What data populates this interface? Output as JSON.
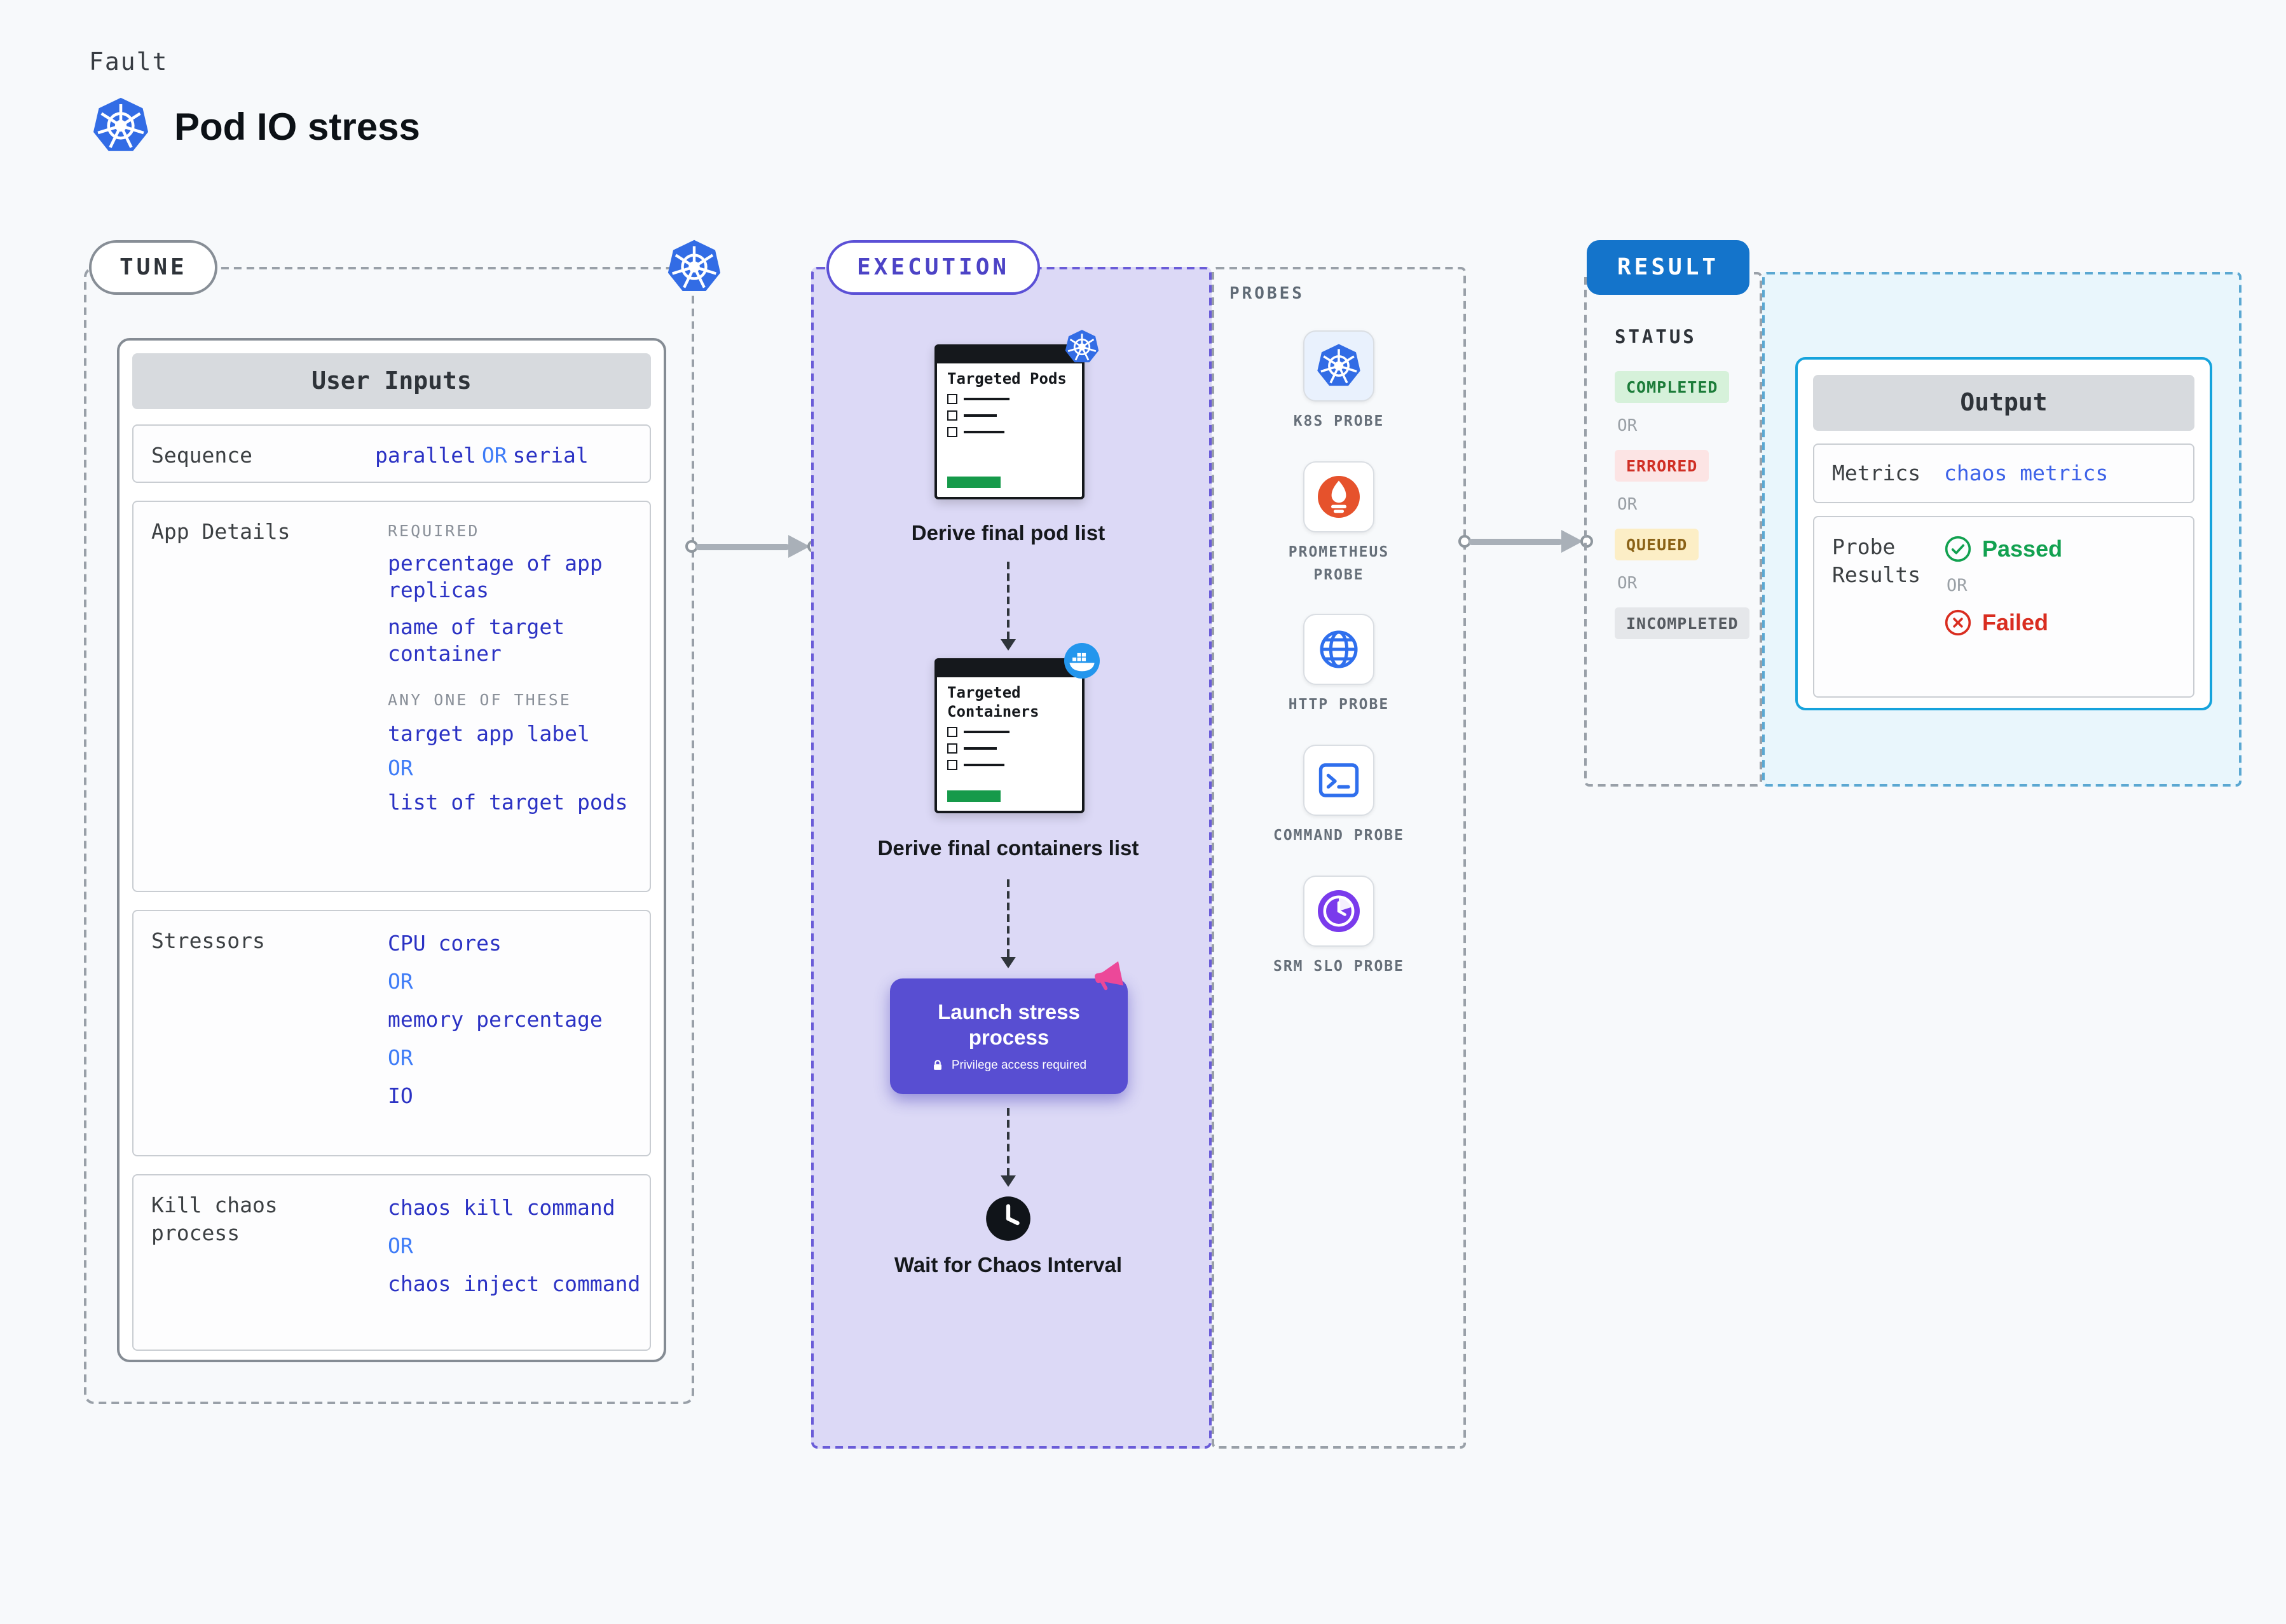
{
  "header": {
    "kicker": "Fault",
    "title": "Pod IO stress"
  },
  "tune": {
    "label": "TUNE",
    "user_inputs": {
      "title": "User Inputs",
      "sequence_label": "Sequence",
      "sequence_value_a": "parallel",
      "sequence_or": "OR",
      "sequence_value_b": "serial",
      "app_details": {
        "label": "App Details",
        "required_heading": "REQUIRED",
        "required_items": [
          "percentage of app replicas",
          "name of target container"
        ],
        "any_one_heading": "ANY ONE OF THESE",
        "option_a": "target app label",
        "or": "OR",
        "option_b": "list of target pods"
      },
      "stressors": {
        "label": "Stressors",
        "item_a": "CPU cores",
        "or_1": "OR",
        "item_b": "memory percentage",
        "or_2": "OR",
        "item_c": "IO"
      },
      "kill_chaos": {
        "label": "Kill chaos process",
        "item_a": "chaos kill command",
        "or": "OR",
        "item_b": "chaos inject command"
      }
    }
  },
  "execution": {
    "label": "EXECUTION",
    "step1": {
      "window_title": "Targeted Pods",
      "caption": "Derive final pod list"
    },
    "step2": {
      "window_title": "Targeted Containers",
      "caption": "Derive final containers list"
    },
    "launch": {
      "title": "Launch stress process",
      "note": "Privilege access required"
    },
    "wait_caption": "Wait for Chaos Interval"
  },
  "probes": {
    "title": "PROBES",
    "items": [
      {
        "label": "K8S PROBE",
        "icon": "kubernetes-icon"
      },
      {
        "label": "PROMETHEUS PROBE",
        "icon": "prometheus-icon"
      },
      {
        "label": "HTTP PROBE",
        "icon": "globe-icon"
      },
      {
        "label": "COMMAND PROBE",
        "icon": "terminal-icon"
      },
      {
        "label": "SRM SLO PROBE",
        "icon": "slo-clock-icon"
      }
    ]
  },
  "result": {
    "label": "RESULT",
    "status": {
      "title": "STATUS",
      "completed": "COMPLETED",
      "or_1": "OR",
      "errored": "ERRORED",
      "or_2": "OR",
      "queued": "QUEUED",
      "or_3": "OR",
      "incompleted": "INCOMPLETED"
    },
    "output": {
      "title": "Output",
      "metrics_label": "Metrics",
      "metrics_value": "chaos metrics",
      "probe_results_label": "Probe Results",
      "passed": "Passed",
      "or": "OR",
      "failed": "Failed"
    }
  },
  "colors": {
    "kubernetes_blue": "#326CE5",
    "docker_blue": "#2396ED",
    "prometheus_orange": "#E6522C",
    "execution_purple": "#584ED2",
    "result_blue": "#1474CB",
    "passed_green": "#12A150",
    "failed_red": "#D92D20",
    "value_indigo": "#2B32C4",
    "or_blue": "#3D7BF7",
    "progress_green": "#169A4A",
    "megaphone_pink": "#EC4899",
    "srm_purple": "#7A3BEC"
  }
}
